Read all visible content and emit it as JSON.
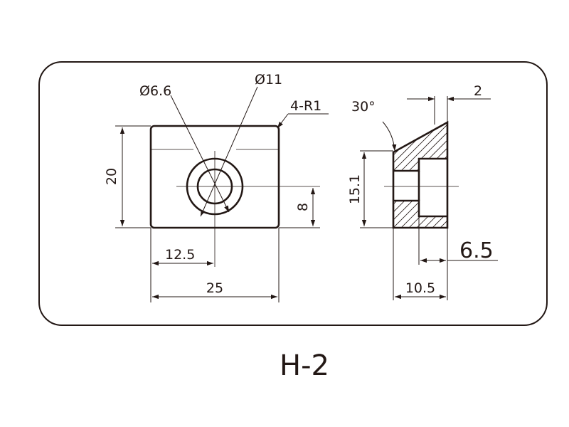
{
  "part_label": "H-2",
  "dimensions": {
    "small_hole_dia": "Ø6.6",
    "large_hole_dia": "Ø11",
    "corner_radius": "4-R1",
    "height": "20",
    "hole_offset": "8",
    "hole_center_x": "12.5",
    "width": "25",
    "chamfer_angle": "30°",
    "chamfer_width": "2",
    "side_height": "15.1",
    "counterbore_depth": "6.5",
    "side_width": "10.5"
  },
  "colors": {
    "line": "#231815",
    "background": "#ffffff"
  }
}
